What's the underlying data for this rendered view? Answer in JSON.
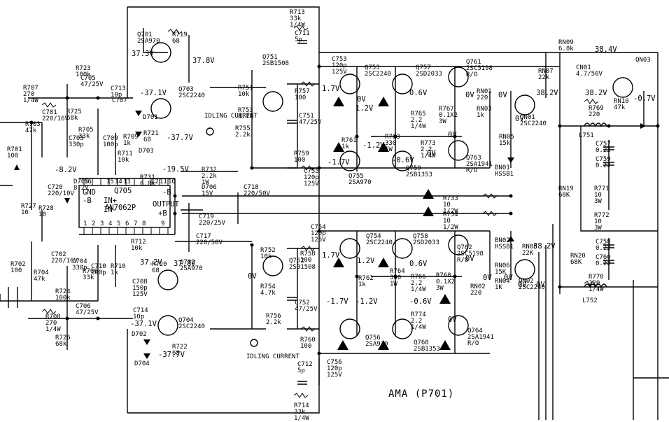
{
  "title": "AMA (P701)",
  "ic": {
    "ref": "Q705",
    "part": "AN7062P",
    "pin_labels": [
      "GND",
      "-B",
      "IN+",
      "IN-",
      "OUTPUT",
      "+B",
      "-B"
    ],
    "pins": [
      "1",
      "2",
      "3",
      "4",
      "5",
      "6",
      "7",
      "8",
      "9",
      "10",
      "11",
      "12",
      "13",
      "14",
      "15",
      "16"
    ]
  },
  "components": [
    {
      "ref": "Q701",
      "value": "2SA970"
    },
    {
      "ref": "R719",
      "value": "68"
    },
    {
      "ref": "R713",
      "value": "33k 1/4W"
    },
    {
      "ref": "C711",
      "value": "5p"
    },
    {
      "ref": "Q751",
      "value": "2SB1508"
    },
    {
      "ref": "R723",
      "value": "100k"
    },
    {
      "ref": "C705",
      "value": "47/25V"
    },
    {
      "ref": "R707",
      "value": "270 1/4W"
    },
    {
      "ref": "C713",
      "value": "10p"
    },
    {
      "ref": "C707",
      "value": ""
    },
    {
      "ref": "R725",
      "value": "68k"
    },
    {
      "ref": "C701",
      "value": "220/16V"
    },
    {
      "ref": "C703",
      "value": "330p"
    },
    {
      "ref": "R705",
      "value": "33k"
    },
    {
      "ref": "R701",
      "value": "100"
    },
    {
      "ref": "R703",
      "value": "47k"
    },
    {
      "ref": "C709",
      "value": "100p"
    },
    {
      "ref": "R709",
      "value": "1k"
    },
    {
      "ref": "R711",
      "value": "10k"
    },
    {
      "ref": "Q703",
      "value": "2SC2240"
    },
    {
      "ref": "R721",
      "value": "68"
    },
    {
      "ref": "R731",
      "value": "6.8k"
    },
    {
      "ref": "R732",
      "value": "2.2k 1W"
    },
    {
      "ref": "D706",
      "value": "15V"
    },
    {
      "ref": "C718",
      "value": "220/50V"
    },
    {
      "ref": "C719",
      "value": "220/25V"
    },
    {
      "ref": "C717",
      "value": "220/50V"
    },
    {
      "ref": "R751",
      "value": "10k"
    },
    {
      "ref": "R753",
      "value": "4.7k"
    },
    {
      "ref": "R755",
      "value": "2.2k"
    },
    {
      "ref": "R757",
      "value": "100"
    },
    {
      "ref": "C751",
      "value": "47/25V"
    },
    {
      "ref": "R759",
      "value": "100"
    },
    {
      "ref": "C755",
      "value": "120p 125V"
    },
    {
      "ref": "C753",
      "value": "120p 125V"
    },
    {
      "ref": "Q753",
      "value": "2SC2240"
    },
    {
      "ref": "Q757",
      "value": "2SD2033"
    },
    {
      "ref": "Q761",
      "value": "2SC5198 R/O"
    },
    {
      "ref": "Q755",
      "value": "2SA970"
    },
    {
      "ref": "Q759",
      "value": "2SB1353"
    },
    {
      "ref": "Q763",
      "value": "2SA1941 R/O"
    },
    {
      "ref": "R761",
      "value": "1k"
    },
    {
      "ref": "R763",
      "value": "330 1W"
    },
    {
      "ref": "R765",
      "value": "2.2 1/4W"
    },
    {
      "ref": "R767",
      "value": "0.1X2 3W"
    },
    {
      "ref": "R773",
      "value": "2.2 1/4W"
    },
    {
      "ref": "RN01",
      "value": "220"
    },
    {
      "ref": "RN03",
      "value": "1k"
    },
    {
      "ref": "RN05",
      "value": "15k"
    },
    {
      "ref": "BN01",
      "value": "HSSB1"
    },
    {
      "ref": "QN01",
      "value": "2SC2240"
    },
    {
      "ref": "RN07",
      "value": "22k"
    },
    {
      "ref": "RN09",
      "value": "6.8k"
    },
    {
      "ref": "CN01",
      "value": "4.7/50V"
    },
    {
      "ref": "QN03",
      "value": ""
    },
    {
      "ref": "RN10",
      "value": "47k"
    },
    {
      "ref": "R769",
      "value": "220"
    },
    {
      "ref": "L751",
      "value": ""
    },
    {
      "ref": "C757",
      "value": "0.22"
    },
    {
      "ref": "C759",
      "value": "0.22"
    },
    {
      "ref": "R771",
      "value": "10 3W"
    },
    {
      "ref": "R772",
      "value": "10 3W"
    },
    {
      "ref": "RN19",
      "value": "68K"
    },
    {
      "ref": "R733",
      "value": "10 1/2W"
    },
    {
      "ref": "R734",
      "value": "10 1/2W"
    },
    {
      "ref": "C754",
      "value": "120p 125V"
    },
    {
      "ref": "Q754",
      "value": "2SC2240"
    },
    {
      "ref": "Q758",
      "value": "2SD2033"
    },
    {
      "ref": "Q762",
      "value": "2SC5198 R/O"
    },
    {
      "ref": "BN02",
      "value": "HSSB1"
    },
    {
      "ref": "RN08",
      "value": "22K"
    },
    {
      "ref": "QN02",
      "value": "2SC2240"
    },
    {
      "ref": "RN06",
      "value": "15K"
    },
    {
      "ref": "RN04",
      "value": "1K"
    },
    {
      "ref": "RN02",
      "value": "220"
    },
    {
      "ref": "C758",
      "value": "0.22"
    },
    {
      "ref": "C760",
      "value": "0.22"
    },
    {
      "ref": "RN20",
      "value": "68K"
    },
    {
      "ref": "R770",
      "value": "220 1/4W"
    },
    {
      "ref": "L752",
      "value": ""
    },
    {
      "ref": "R752",
      "value": "10k"
    },
    {
      "ref": "R754",
      "value": "4.7k"
    },
    {
      "ref": "R756",
      "value": "2.2k"
    },
    {
      "ref": "Q752",
      "value": "2SB1508"
    },
    {
      "ref": "C752",
      "value": "47/25V"
    },
    {
      "ref": "R758",
      "value": "100"
    },
    {
      "ref": "R762",
      "value": "1k"
    },
    {
      "ref": "R764",
      "value": "330 1W"
    },
    {
      "ref": "R766",
      "value": "2.2 1/4W"
    },
    {
      "ref": "R768",
      "value": "0.1X2 3W"
    },
    {
      "ref": "R774",
      "value": "2.2 1/4W"
    },
    {
      "ref": "Q756",
      "value": "2SA970"
    },
    {
      "ref": "Q760",
      "value": "2SB1353"
    },
    {
      "ref": "Q764",
      "value": "2SA1941 R/O"
    },
    {
      "ref": "R760",
      "value": "100"
    },
    {
      "ref": "C756",
      "value": "120p 125V"
    },
    {
      "ref": "C712",
      "value": "5p"
    },
    {
      "ref": "R714",
      "value": "33k 1/4W"
    },
    {
      "ref": "Q702",
      "value": "2SA970"
    },
    {
      "ref": "R720",
      "value": "68"
    },
    {
      "ref": "C708",
      "value": "150p 125V"
    },
    {
      "ref": "R712",
      "value": "10k"
    },
    {
      "ref": "C714",
      "value": "10p"
    },
    {
      "ref": "Q704",
      "value": "2SC2240"
    },
    {
      "ref": "R722",
      "value": "68"
    },
    {
      "ref": "R724",
      "value": "100k"
    },
    {
      "ref": "C706",
      "value": "47/25V"
    },
    {
      "ref": "R708",
      "value": "270 1/4W"
    },
    {
      "ref": "R726",
      "value": "68k"
    },
    {
      "ref": "C702",
      "value": "220/16V"
    },
    {
      "ref": "C704",
      "value": "330p"
    },
    {
      "ref": "R706",
      "value": "33k"
    },
    {
      "ref": "R702",
      "value": "100"
    },
    {
      "ref": "R704",
      "value": "47k"
    },
    {
      "ref": "C710",
      "value": "100p"
    },
    {
      "ref": "R710",
      "value": "1k"
    },
    {
      "ref": "R727",
      "value": "10"
    },
    {
      "ref": "R728",
      "value": "10"
    },
    {
      "ref": "C720",
      "value": "220/10V"
    },
    {
      "ref": "D705",
      "value": "8.2V"
    }
  ],
  "voltages": [
    "37.3V",
    "37.8V",
    "-37.1V",
    "-37.7V",
    "-37.1V",
    "-37.7V",
    "37.2V",
    "37.8V",
    "38.4V",
    "38.2V",
    "38.2V",
    "-0.7V",
    "1.7V",
    "1.2V",
    "0.6V",
    "0V",
    "0V",
    "0V",
    "-1.2V",
    "-1.7V",
    "-0.6V",
    "0V",
    "1.7V",
    "1.2V",
    "0.6V",
    "0V",
    "0V",
    "-1.7V",
    "-1.2V",
    "-0.6V",
    "0V",
    "38.2V",
    "0V",
    "0V",
    "-8.2V",
    "-19.5V",
    "0V",
    "0V",
    "0V",
    "0V"
  ],
  "notes": {
    "idling1": "IDLING CURRENT",
    "idling2": "IDLING CURRENT",
    "star": "*"
  },
  "diodes": [
    "D701",
    "D703",
    "D702",
    "D704"
  ]
}
